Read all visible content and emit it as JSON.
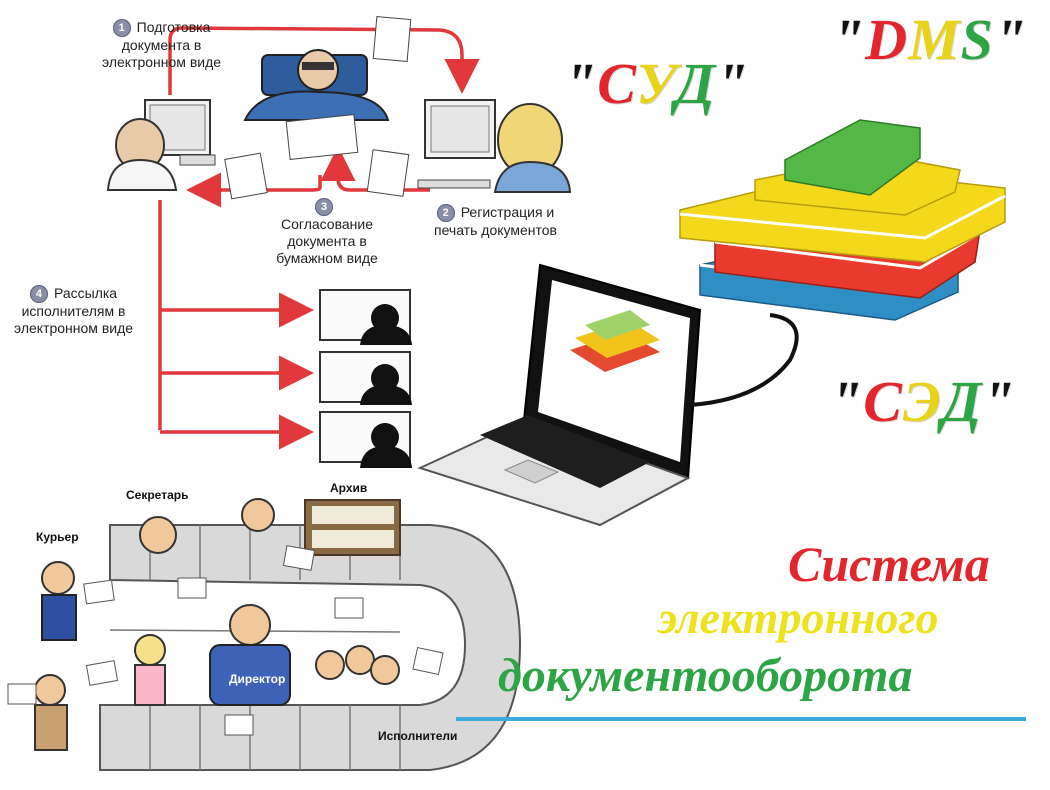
{
  "steps": {
    "s1": {
      "num": "1",
      "lines": [
        "Подготовка",
        "документа в",
        "электронном виде"
      ]
    },
    "s2": {
      "num": "2",
      "lines": [
        "Регистрация и",
        "печать документов"
      ]
    },
    "s3": {
      "num": "3",
      "lines": [
        "Согласование",
        "документа в",
        "бумажном виде"
      ]
    },
    "s4": {
      "num": "4",
      "lines": [
        "Рассылка",
        "исполнителям в",
        "электронном виде"
      ]
    }
  },
  "roles": {
    "secretary": "Секретарь",
    "archive": "Архив",
    "courier": "Курьер",
    "director": "Директор",
    "executors": "Исполнители"
  },
  "acronyms": {
    "dms": {
      "q1": "\"",
      "c1": "D",
      "c2": "M",
      "c3": "S",
      "q2": "\""
    },
    "sud": {
      "q1": "\"",
      "c1": "С",
      "c2": "У",
      "c3": "Д",
      "q2": "\""
    },
    "sed": {
      "q1": "\"",
      "c1": "С",
      "c2": "Э",
      "c3": "Д",
      "q2": "\""
    }
  },
  "title": {
    "line1": "Система",
    "line2": "электронного",
    "line3": "документооборота"
  },
  "colors": {
    "red": "#e3262c",
    "yellow": "#f2e21a",
    "green": "#2ea544",
    "arrow": "#e0383b",
    "underline": "#3fa8dc"
  }
}
